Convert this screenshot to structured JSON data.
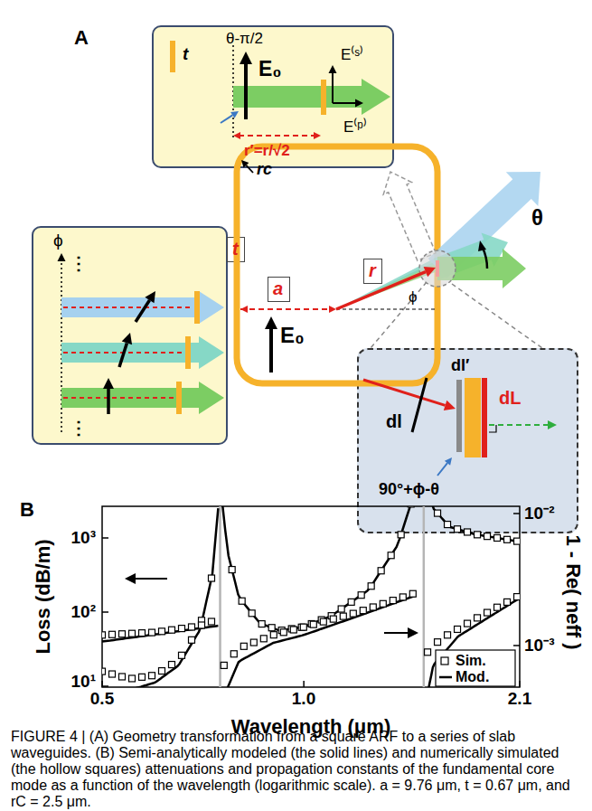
{
  "diagram": {
    "caption": "FIGURE 4 | (A) Geometry transformation from a square ARF to a series of slab waveguides. (B) Semi-analytically modeled (the solid lines) and numerically simulated (the hollow squares) attenuations and propagation constants of the fundamental core mode as a function of the wavelength (logarithmic scale). a = 9.76 μm, t = 0.67 μm, and rC = 2.5 μm.",
    "nodes": [
      {
        "text": [
          "θ-π/2",
          "E₀",
          "E⁽ˢ⁾",
          "E⁽ᵖ⁾",
          "r′=r/√2",
          "t"
        ]
      },
      {
        "text": [
          "ϕ",
          "⋮",
          "⋮"
        ]
      },
      {
        "text": [
          "dl",
          "dl′",
          "dL",
          "90°+ϕ-θ"
        ]
      },
      {
        "text": [
          "t"
        ]
      },
      {
        "text": [
          "a"
        ]
      },
      {
        "text": [
          "r"
        ]
      }
    ],
    "labels": [
      "A",
      "E₀",
      "rc",
      "ϕ",
      "θ",
      "B",
      "Loss (dB/m)",
      "1 - Re( neff )",
      "Wavelength (μm)",
      "10³",
      "10²",
      "10¹",
      "10⁻²",
      "10⁻³",
      "0.5",
      "1.0",
      "2.1"
    ],
    "legend": [
      {
        "text": "Sim."
      },
      {
        "text": "Mod."
      }
    ]
  }
}
